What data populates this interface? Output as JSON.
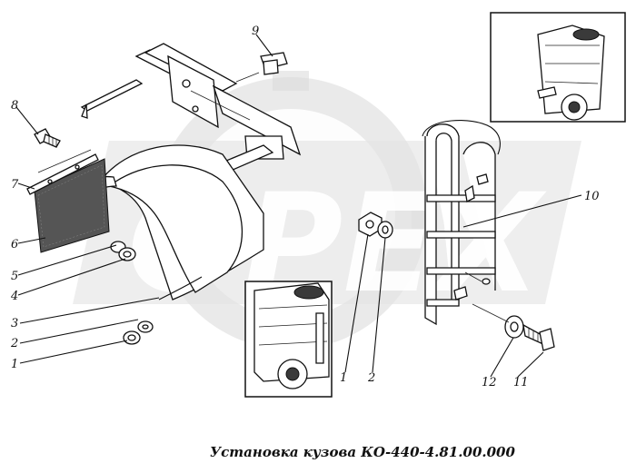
{
  "watermark": {
    "text": "OPEX"
  },
  "caption": "Установка кузова КО-440-4.81.00.000",
  "callouts": [
    "1",
    "2",
    "3",
    "4",
    "5",
    "6",
    "7",
    "8",
    "9",
    "10",
    "11",
    "12",
    "1",
    "2"
  ],
  "colors": {
    "ink": "#111111",
    "watermark": "#d8d8d8",
    "background": "#ffffff"
  }
}
